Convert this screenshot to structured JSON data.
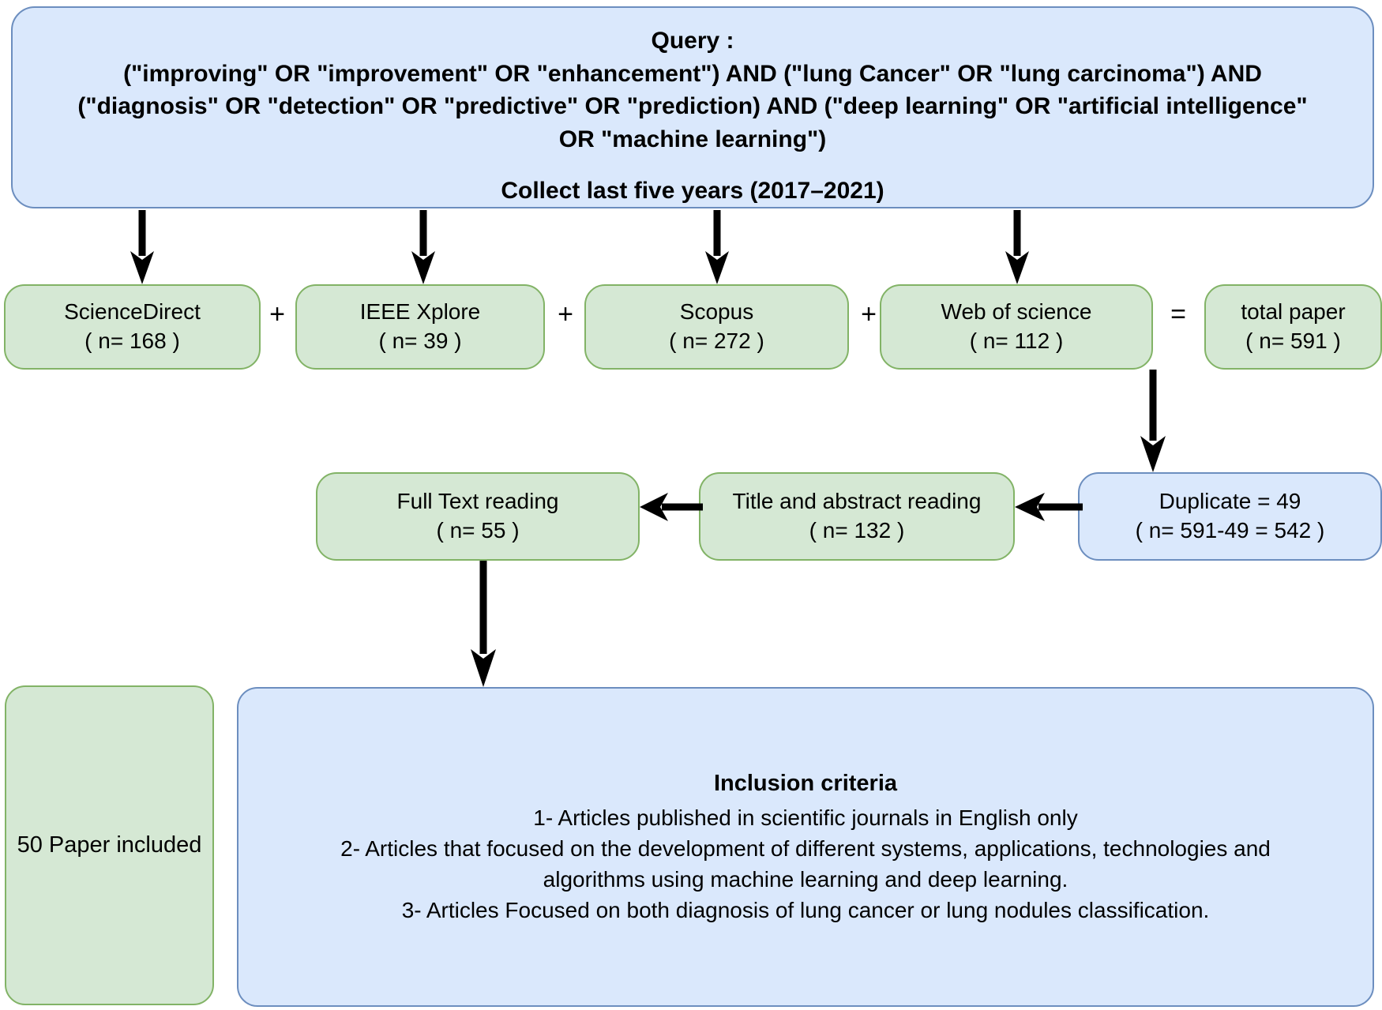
{
  "colors": {
    "blue_fill": "#dae8fc",
    "blue_border": "#6c8ebf",
    "green_fill": "#d5e8d4",
    "green_border": "#82b366",
    "arrow": "#000000"
  },
  "query": {
    "title": "Query :",
    "lines": [
      "(\"improving\" OR \"improvement\" OR \"enhancement\") AND (\"lung Cancer\" OR \"lung carcinoma\") AND",
      "(\"diagnosis\" OR \"detection\" OR \"predictive\" OR \"prediction) AND (\"deep learning\" OR \"artificial intelligence\"",
      "OR \"machine learning\")"
    ],
    "collect": "Collect last five years (2017–2021)"
  },
  "sources": [
    {
      "name": "ScienceDirect",
      "count": "( n= 168 )"
    },
    {
      "name": "IEEE Xplore",
      "count": "( n= 39 )"
    },
    {
      "name": "Scopus",
      "count": "( n= 272 )"
    },
    {
      "name": "Web of science",
      "count": "( n= 112 )"
    },
    {
      "name": "total paper",
      "count": "( n= 591 )"
    }
  ],
  "operators": [
    {
      "symbol": "+"
    },
    {
      "symbol": "+"
    },
    {
      "symbol": "+"
    },
    {
      "symbol": "="
    }
  ],
  "screening": {
    "duplicate": {
      "line1": "Duplicate = 49",
      "line2": "( n= 591-49 = 542 )"
    },
    "title_abstract": {
      "line1": "Title and abstract reading",
      "line2": "( n= 132 )"
    },
    "full_text": {
      "line1": "Full Text reading",
      "line2": "( n= 55 )"
    }
  },
  "included": {
    "label": "50 Paper included"
  },
  "criteria": {
    "title": "Inclusion criteria",
    "items": [
      "1- Articles published in scientific journals in English only",
      "2- Articles that focused on the development of different systems, applications, technologies and",
      "algorithms using machine learning and deep learning.",
      "3- Articles Focused on both diagnosis of lung cancer or lung nodules classification."
    ]
  },
  "icons": {
    "arrow_down": "down-arrow-icon",
    "arrow_left": "left-arrow-icon"
  }
}
